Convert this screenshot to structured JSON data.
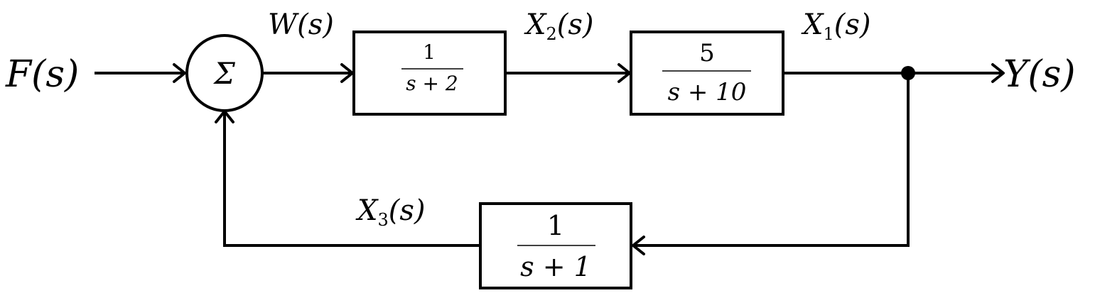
{
  "signals": {
    "input": "F(s)",
    "after_sum": "W(s)",
    "x2": "X",
    "x2_sub": "2",
    "x2_arg": "(s)",
    "x1": "X",
    "x1_sub": "1",
    "x1_arg": "(s)",
    "x3": "X",
    "x3_sub": "3",
    "x3_arg": "(s)",
    "output": "Y(s)"
  },
  "summing_junction": {
    "symbol": "Σ"
  },
  "blocks": [
    {
      "numerator": "1",
      "denominator": "s + 2"
    },
    {
      "numerator": "5",
      "denominator": "s + 10"
    },
    {
      "numerator": "1",
      "denominator": "s + 1"
    }
  ]
}
